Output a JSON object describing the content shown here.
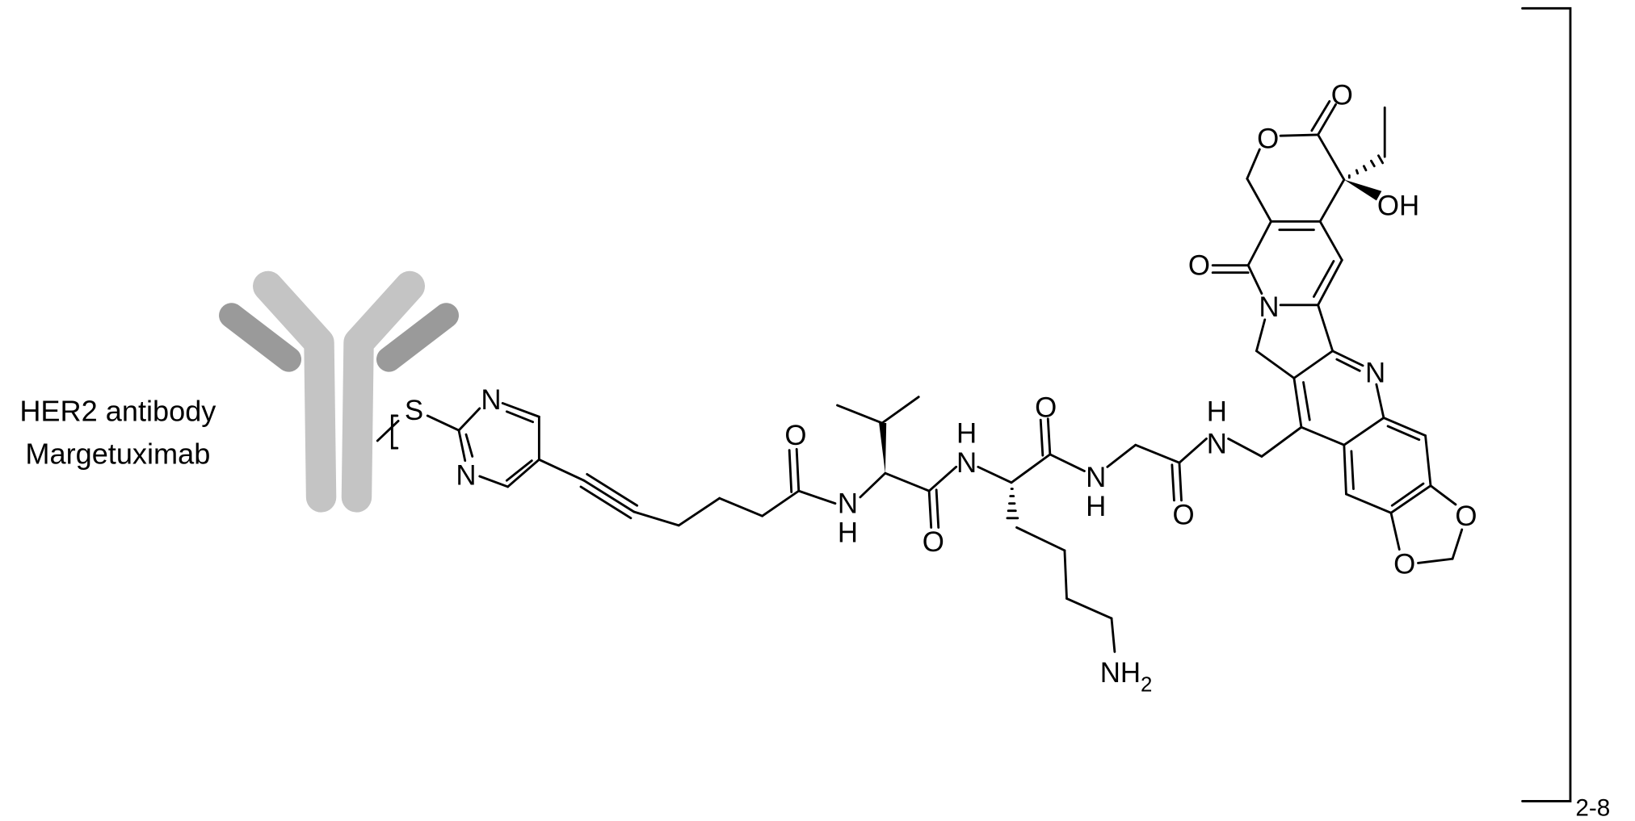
{
  "antibody": {
    "line1": "HER2 antibody",
    "line2": "Margetuximab",
    "heavy_chain_color": "#c4c4c4",
    "light_chain_color": "#9a9a9a"
  },
  "bracket": {
    "repeat_label": "2-8"
  },
  "atoms": [
    "S",
    "N",
    "N",
    "O",
    "N",
    "H",
    "O",
    "N",
    "H",
    "O",
    "N",
    "H",
    "O",
    "N",
    "H",
    "O",
    "O",
    "OH",
    "O",
    "N",
    "N",
    "O",
    "O"
  ],
  "amine": {
    "main": "NH",
    "sub": "2"
  }
}
